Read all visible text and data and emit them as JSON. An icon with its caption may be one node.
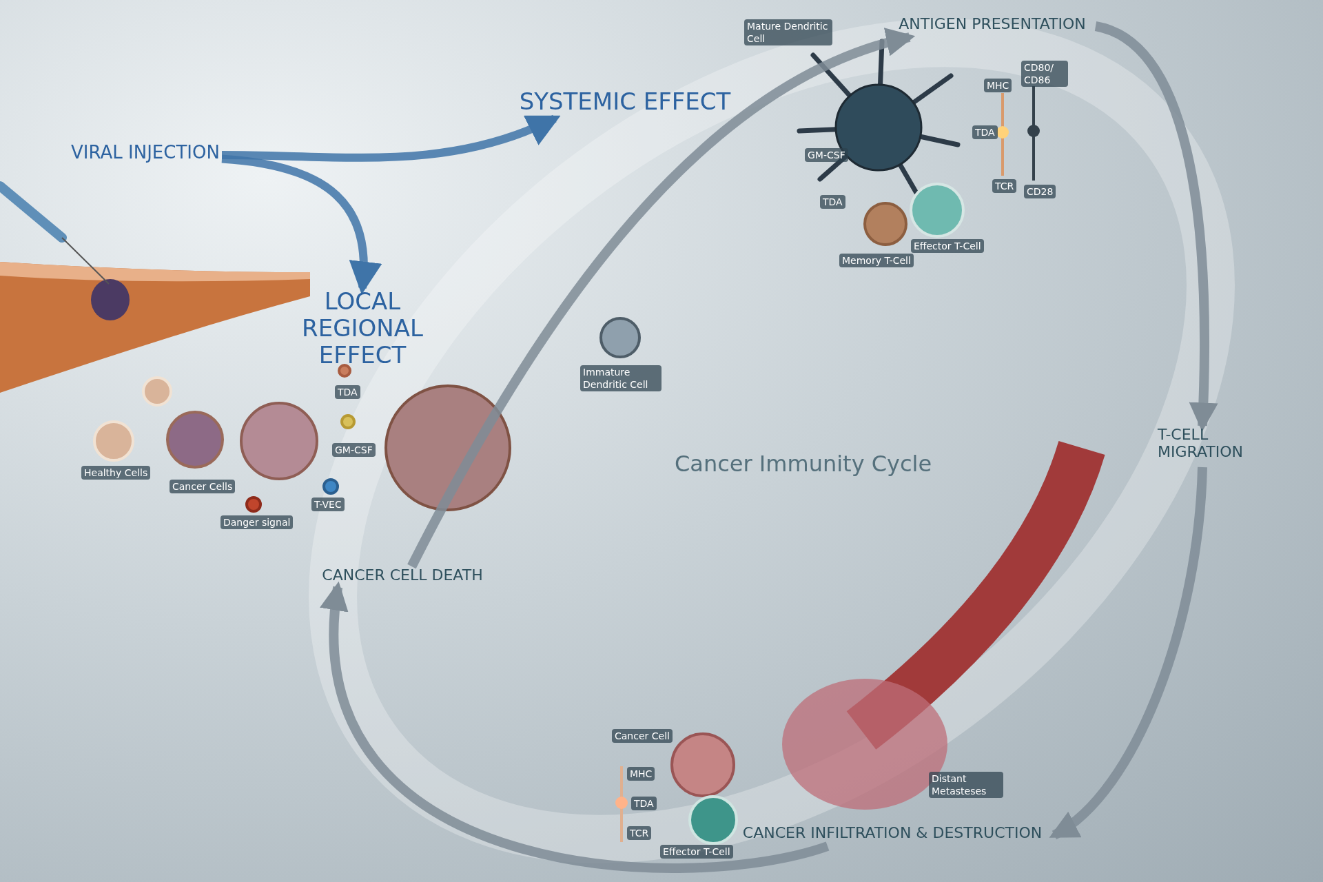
{
  "diagram": {
    "nodes": [
      {
        "text": [
          "VIRAL INJECTION"
        ]
      },
      {
        "text": [
          "SYSTEMIC EFFECT"
        ]
      },
      {
        "text": [
          "LOCAL REGIONAL EFFECT"
        ]
      },
      {
        "text": [
          "CANCER CELL DEATH"
        ]
      },
      {
        "text": [
          "ANTIGEN PRESENTATION"
        ]
      },
      {
        "text": [
          "T-CELL MIGRATION"
        ]
      },
      {
        "text": [
          "CANCER INFILTRATION & DESTRUCTION"
        ]
      }
    ],
    "edges": [
      {
        "from": 0,
        "to": 1,
        "arrow": "to"
      },
      {
        "from": 0,
        "to": 2,
        "arrow": "to"
      },
      {
        "from": 3,
        "to": 4,
        "arrow": "to"
      },
      {
        "from": 4,
        "to": 5,
        "arrow": "to"
      },
      {
        "from": 5,
        "to": 6,
        "arrow": "to"
      },
      {
        "from": 6,
        "to": 3,
        "arrow": "to"
      }
    ],
    "labels": [
      "Mature Dendritic Cell",
      "CD80/ CD86",
      "MHC",
      "TDA",
      "GM-CSF",
      "TCR",
      "CD28",
      "TDA",
      "Effector T-Cell",
      "Memory T-Cell",
      "Immature Dendritic Cell",
      "Cancer Immunity Cycle",
      "TDA",
      "Healthy Cells",
      "GM-CSF",
      "Cancer Cells",
      "T-VEC",
      "Danger signal",
      "Cancer Cell",
      "MHC",
      "Distant Metasteses",
      "TDA",
      "TCR",
      "Effector T-Cell"
    ]
  }
}
